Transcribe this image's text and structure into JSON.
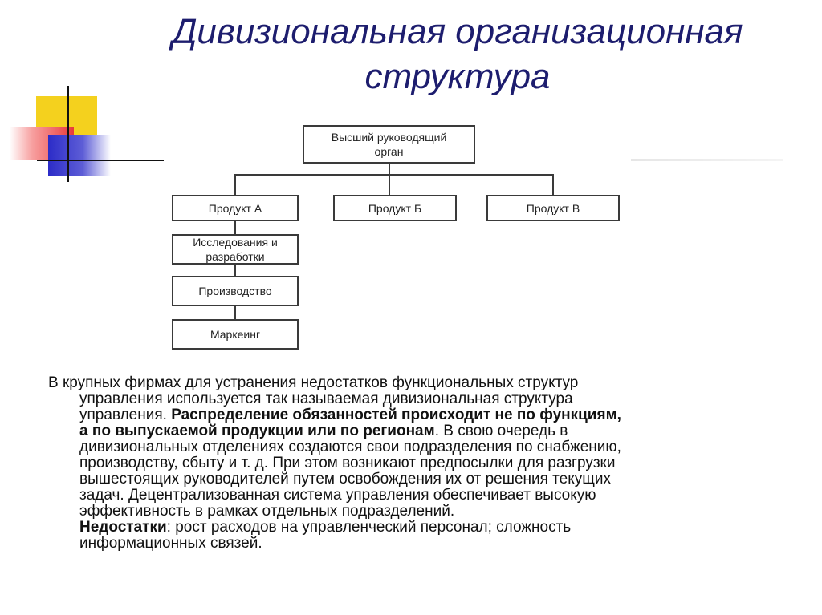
{
  "title": {
    "line1": "Дивизиональная организационная",
    "line2": "структура"
  },
  "chart": {
    "top": "Высший руководящий орган",
    "products": [
      "Продукт А",
      "Продукт Б",
      "Продукт В"
    ],
    "functions": [
      "Исследования и разработки",
      "Производство",
      "Маркеинг"
    ]
  },
  "body": {
    "p1_start": "В крупных фирмах для устранения недостатков функциональных структур",
    "p1_line2": "управления используется так называемая дивизиональная структура",
    "p1_line3_plain": "управления. ",
    "p1_bold_1": "Распределение обязанностей происходит не по функциям,",
    "p1_bold_2": "а по выпускаемой продукции или по регионам",
    "p1_after_bold": ". В свою очередь в",
    "p1_line5": "дивизиональных отделениях создаются свои подразделения по снабжению,",
    "p1_line6": "производству, сбыту и т. д. При этом возникают предпосылки для разгрузки",
    "p1_line7": "вышестоящих руководителей путем освобождения их от решения текущих",
    "p1_line8": "задач. Децентрализованная система управления обеспечивает высокую",
    "p1_line9": "эффективность в рамках отдельных подразделений.",
    "cons_label": "Недостатки",
    "cons_text": ": рост расходов на управленческий персонал; сложность",
    "cons_line2": "информационных связей."
  },
  "colors": {
    "title": "#1d1d6e",
    "deco_yellow": "#f4d11e",
    "deco_red": "#e83a3a",
    "deco_blue": "#2c2cc8"
  }
}
